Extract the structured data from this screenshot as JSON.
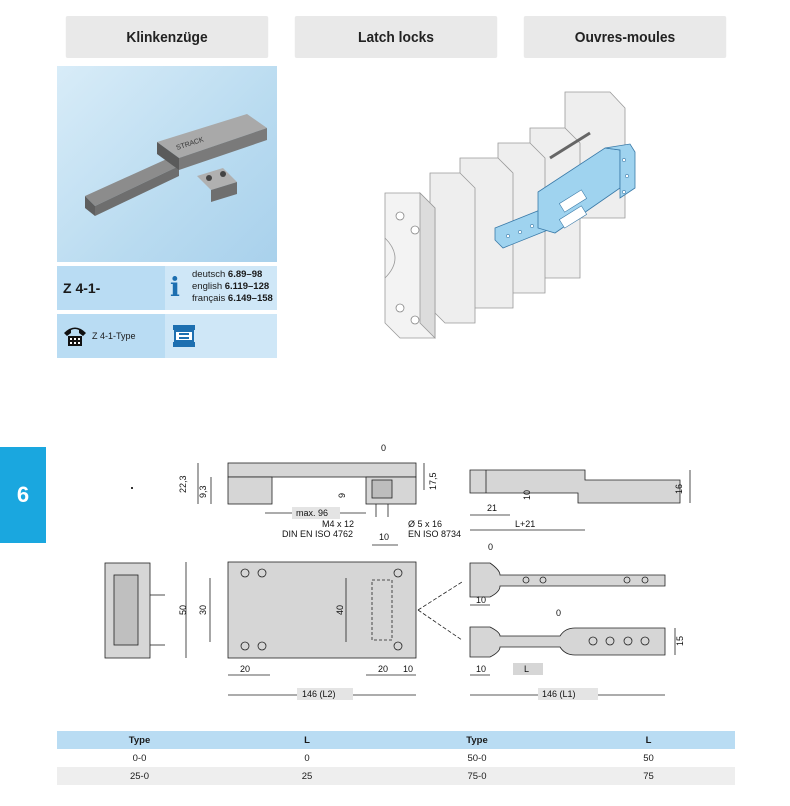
{
  "tabs": [
    "Klinkenzüge",
    "Latch locks",
    "Ouvres-moules"
  ],
  "product": {
    "code": "Z 4-1-",
    "languages": [
      {
        "lang": "deutsch",
        "pages": "6.89–98"
      },
      {
        "lang": "english",
        "pages": "6.119–128"
      },
      {
        "lang": "français",
        "pages": "6.149–158"
      }
    ],
    "type_label": "Z 4-1-Type"
  },
  "side_tab": "6",
  "photo_brand": "STRACK",
  "drawing": {
    "top_zero": "0",
    "d22_3": "22,3",
    "d9_3": "9,3",
    "d9": "9",
    "d17_5": "17,5",
    "max96": "max. 96",
    "m4": "M4 x 12",
    "din4762": "DIN EN ISO 4762",
    "pin": "Ø 5 x 16",
    "iso8734": "EN ISO 8734",
    "r21": "21",
    "r10": "10",
    "rL21": "L+21",
    "r16": "16",
    "f10a": "10",
    "f50": "50",
    "f30": "30",
    "f40": "40",
    "f20a": "20",
    "f20b": "20",
    "f10b": "10",
    "f146L2": "146 (L2)",
    "p0a": "0",
    "p10a": "10",
    "p0b": "0",
    "p10b": "10",
    "pL": "L",
    "p15": "15",
    "p146L1": "146 (L1)"
  },
  "table": {
    "headers": [
      "Type",
      "L",
      "Type",
      "L"
    ],
    "rows": [
      [
        "0-0",
        "0",
        "50-0",
        "50"
      ],
      [
        "25-0",
        "25",
        "75-0",
        "75"
      ]
    ]
  }
}
